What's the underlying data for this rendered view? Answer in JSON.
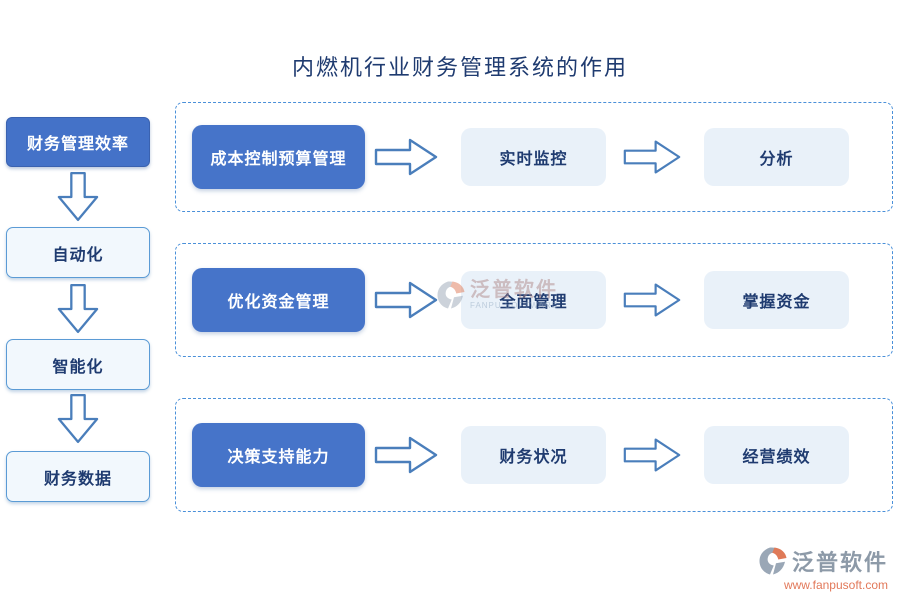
{
  "title": "内燃机行业财务管理系统的作用",
  "colors": {
    "primary_blue": "#4674c9",
    "light_box": "#e9f1f9",
    "outline_blue": "#5b9bd5",
    "dashed_border": "#4a90d9",
    "dark_text": "#1f3b70",
    "brand_gray": "#8d9aa8",
    "brand_orange": "#e2795a"
  },
  "sidebar": {
    "head": "财务管理效率",
    "items": [
      "自动化",
      "智能化",
      "财务数据"
    ]
  },
  "rows": [
    {
      "source": "成本控制预算管理",
      "step1": "实时监控",
      "step2": "分析"
    },
    {
      "source": "优化资金管理",
      "step1": "全面管理",
      "step2": "掌握资金"
    },
    {
      "source": "决策支持能力",
      "step1": "财务状况",
      "step2": "经营绩效"
    }
  ],
  "watermark": {
    "name": "泛普软件",
    "sub": "FANPU SOFTWARE"
  },
  "brand": {
    "name": "泛普软件",
    "url": "www.fanpusoft.com"
  },
  "icons": {
    "down_arrow": "down-block-arrow",
    "right_arrow": "right-block-arrow",
    "logo": "fanpu-logo"
  }
}
